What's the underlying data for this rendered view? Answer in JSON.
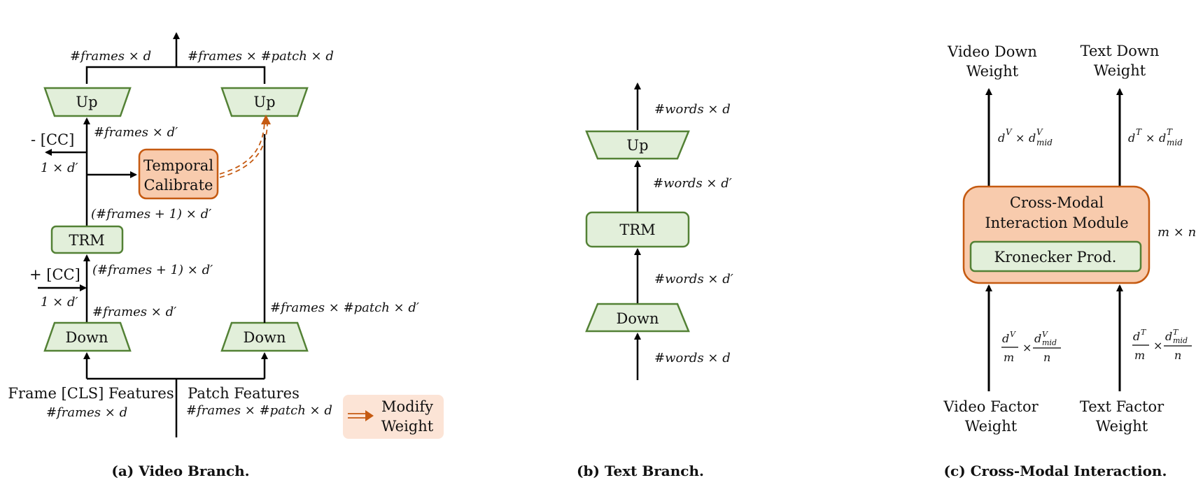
{
  "video_branch": {
    "caption": "(a) Video Branch.",
    "up_left": "Up",
    "up_right": "Up",
    "trm": "TRM",
    "down_left": "Down",
    "down_right": "Down",
    "temporal_calibrate": [
      "Temporal",
      "Calibrate"
    ],
    "minus_cc": "- [CC]",
    "plus_cc": "+ [CC]",
    "frame_cls_features": "Frame [CLS] Features",
    "patch_features": "Patch Features",
    "legend_modify_weight": [
      "Modify",
      "Weight"
    ],
    "dims": {
      "top_left": "#frames × d",
      "top_right": "#frames × #patch × d",
      "above_trm_up": "#frames × d′",
      "cc_minus": "1 × d′",
      "trm_out": "(#frames + 1) × d′",
      "trm_in": "(#frames + 1) × d′",
      "cc_plus": "1 × d′",
      "down_left_out": "#frames × d′",
      "down_right_out": "#frames × #patch × d′",
      "frame_in": "#frames × d",
      "patch_in": "#frames × #patch × d"
    }
  },
  "text_branch": {
    "caption": "(b) Text Branch.",
    "up": "Up",
    "trm": "TRM",
    "down": "Down",
    "dims": {
      "out": "#words × d",
      "up_in": "#words × d′",
      "trm_in": "#words × d′",
      "in": "#words × d"
    }
  },
  "cross_modal": {
    "caption": "(c) Cross-Modal Interaction.",
    "video_down_weight": [
      "Video Down",
      "Weight"
    ],
    "text_down_weight": [
      "Text Down",
      "Weight"
    ],
    "module": [
      "Cross-Modal",
      "Interaction Module"
    ],
    "kronecker": "Kronecker Prod.",
    "mxn": "m × n",
    "video_factor_weight": [
      "Video Factor",
      "Weight"
    ],
    "text_factor_weight": [
      "Text Factor",
      "Weight"
    ],
    "dims": {
      "video_out_base": "d",
      "video_out_sup": "V",
      "video_out_mid": "mid",
      "text_out_base": "d",
      "text_out_sup": "T",
      "text_out_mid": "mid",
      "times": "×",
      "m": "m",
      "n": "n"
    }
  },
  "colors": {
    "green_fill": "#e2efda",
    "green_stroke": "#538135",
    "orange_fill": "#f8cbad",
    "orange_stroke": "#c55a11",
    "legend_fill": "#fce4d6"
  }
}
